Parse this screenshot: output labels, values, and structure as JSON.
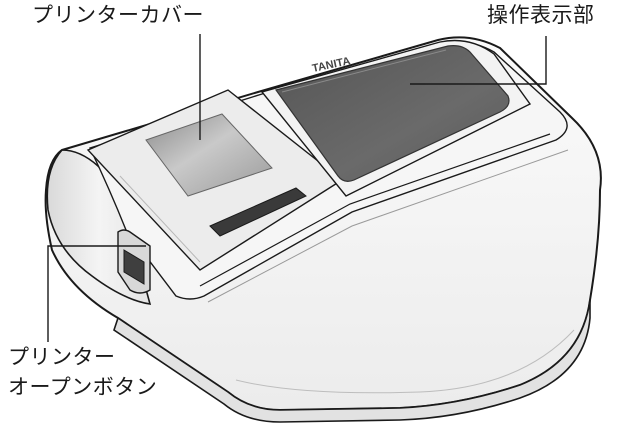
{
  "labels": {
    "printer_cover": "プリンターカバー",
    "display_unit": "操作表示部",
    "printer_open_button_line1": "プリンター",
    "printer_open_button_line2": "オープンボタン"
  },
  "device": {
    "brand": "TANITA"
  },
  "colors": {
    "outline": "#1a1a1a",
    "body": "#f7f7f7",
    "screen": "#5e5e5e",
    "cover_window": "#a8a8a8"
  }
}
